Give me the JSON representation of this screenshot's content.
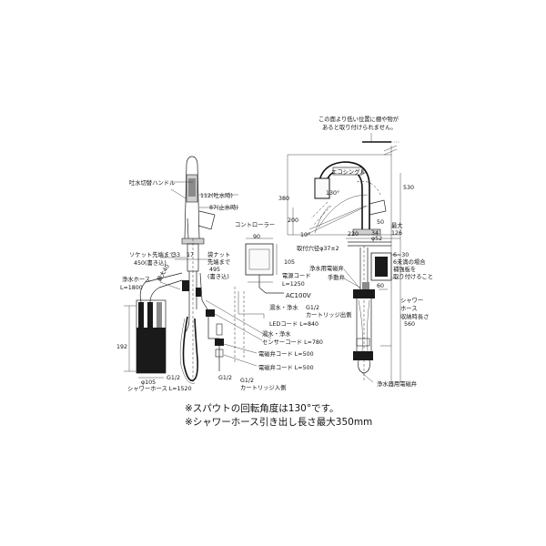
{
  "labels": {
    "caution": "この面より低い位置に棚や物が",
    "caution2": "あると取り付けられません。",
    "handle": "吐水切替ハンドル",
    "d112": "112(吐水時)",
    "d87": "87(止水時)",
    "controller": "コントローラー",
    "d90": "90",
    "d105": "105",
    "socket1": "ソケット先端まで",
    "socket2": "450(書き込)",
    "d33": "33",
    "d17": "17",
    "nut1": "袋ナット",
    "nut2": "先端まで",
    "nut3": "495",
    "nut4": "(書き込)",
    "tap_max": "最大40",
    "jyosui_hose1": "浄水ホース",
    "jyosui_hose2": "L=1800",
    "power_cord1": "電源コード",
    "power_cord2": "L=1250",
    "ac100v": "AC100V",
    "g12_out1": "G1/2",
    "g12_out2": "カートリッジ出側",
    "led1": "湯水・浄水",
    "led2": "LEDコード L=840",
    "sensor1": "湯水・浄水",
    "sensor2": "センサーコード L=780",
    "valve_cord": "電磁弁コード L=500",
    "valve_cord2": "電磁弁コード L=500",
    "d192": "192",
    "d105b": "φ105",
    "g12a": "G1/2",
    "shower_hose": "シャワーホース L=1520",
    "g12b": "G1/2",
    "g12c": "G1/2",
    "cartridge_in": "カートリッジ入側",
    "eco": "エコシングル",
    "d380": "380",
    "d200": "200",
    "d10": "10°",
    "d130": "130°",
    "d530": "530",
    "d50": "50",
    "d126a": "最大",
    "d126b": "126",
    "d34": "34",
    "d220": "220",
    "d52": "φ52",
    "hole": "取付穴径φ37±2",
    "d6_30": "6~30",
    "reinforce1": "6未満の場合",
    "reinforce2": "補強板を",
    "reinforce3": "取り付けること",
    "jyosui_valve": "浄水用電磁弁",
    "hand_valve": "手動弁",
    "d60": "60",
    "shower_store1": "シャワー",
    "shower_store2": "ホース",
    "shower_store3": "収納時長さ",
    "shower_store4": "560",
    "jyosui_valve2": "浄水器用電磁弁",
    "note1": "※スパウトの回転角度は130°です。",
    "note2": "※シャワーホース引き出し長さ最大350mm"
  }
}
